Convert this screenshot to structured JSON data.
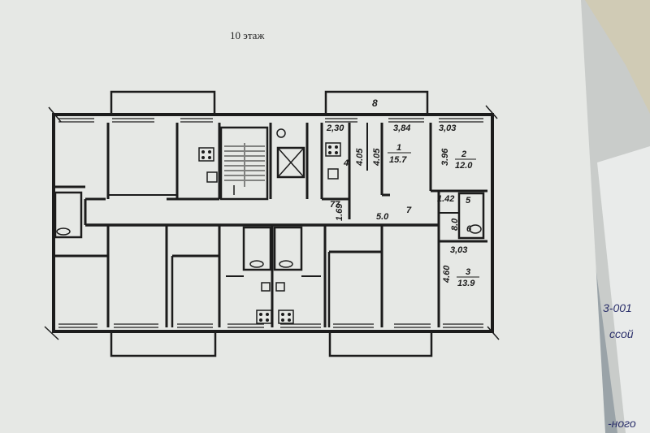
{
  "title": "10 этаж",
  "side_notes": [
    "3-001",
    "ссой",
    "-ного"
  ],
  "labels": {
    "balcony_width": "8",
    "w_230": "2,30",
    "w_384": "3,84",
    "w_303_top": "3,03",
    "r1_dim": "4.05",
    "r4_dim": "4.05",
    "room4": "4",
    "room1_num": "1",
    "room1_area": "15.7",
    "room2_dim": "3.96",
    "room2_num": "2",
    "room2_area": "12.0",
    "dim_77": "77",
    "dim_169": "1.69",
    "dim_50": "5.0",
    "room7": "7",
    "dim_142": "1.42",
    "room5": "5",
    "dim_80": "8.0",
    "room6": "6",
    "w_303_bottom": "3,03",
    "room3_dim": "4.60",
    "room3_num": "3",
    "room3_area": "13.9"
  },
  "colors": {
    "paper": "#e6e8e5",
    "ink": "#1c1c1c",
    "background": "#9aa3a8"
  }
}
